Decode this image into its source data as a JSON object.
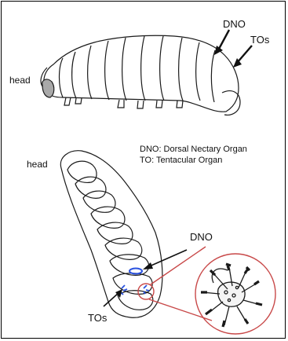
{
  "labels": {
    "top_head": "head",
    "top_dno": "DNO",
    "top_tos": "TOs",
    "bottom_head": "head",
    "bottom_dno": "DNO",
    "bottom_tos": "TOs"
  },
  "legend": {
    "dno": "DNO: Dorsal Nectary Organ",
    "to": "TO: Tentacular Organ"
  },
  "colors": {
    "outline": "#1a1a1a",
    "organ": "#2a52e0",
    "zoom": "#c84848",
    "head_shade": "#a9a9a9"
  }
}
